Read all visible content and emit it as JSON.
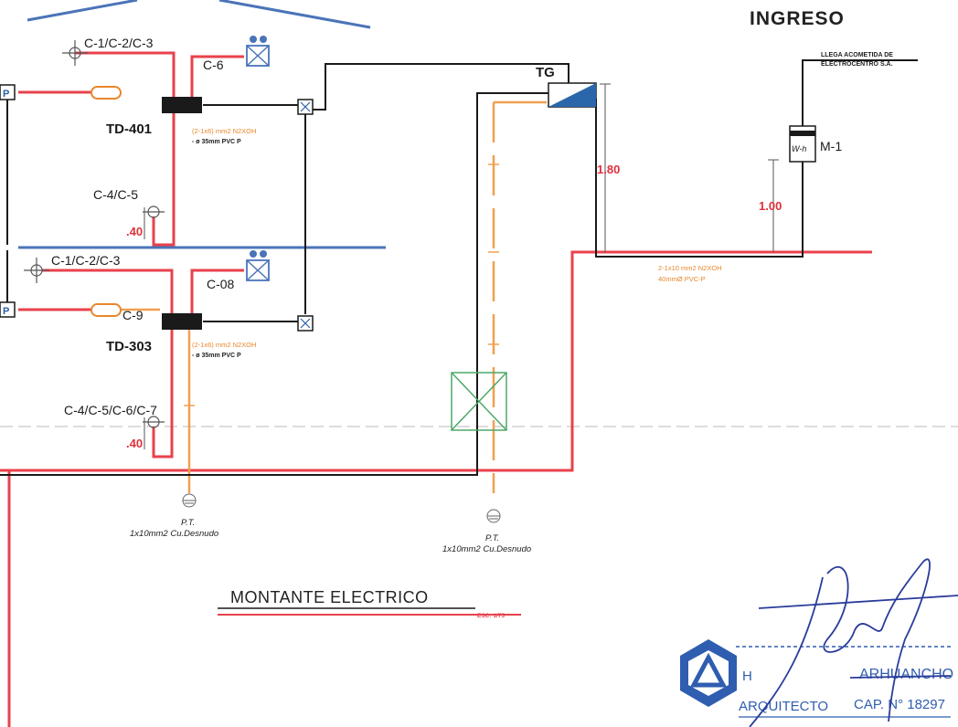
{
  "drawing": {
    "ingreso_label": "INGRESO",
    "utility_note_line1": "LLEGA ACOMETIDA DE",
    "utility_note_line2": "ELECTROCENTRO S.A.",
    "meter_symbol": "W-h",
    "meter_label": "M-1",
    "tg_label": "TG",
    "height_tg": "1.80",
    "height_meter": "1.00",
    "feeder_cable": "2-1x10 mm2 N2XOH",
    "feeder_conduit": "40mmØ PVC-P",
    "upper_board": {
      "label": "TD-401",
      "cable": "(2-1x6)  mm2 N2XOH",
      "conduit": "- ø  35mm  PVC P",
      "circuit_top": "C-1/C-2/C-3",
      "circuit_outlet": "C-6",
      "circuit_side": "C-4/C-5",
      "height": ".40"
    },
    "lower_board": {
      "label": "TD-303",
      "cable": "(2-1x6)  mm2 N2XOH",
      "conduit": "- ø  35mm  PVC P",
      "circuit_top": "C-1/C-2/C-3",
      "circuit_outlet": "C-08",
      "circuit_light": "C-9",
      "circuit_side": "C-4/C-5/C-6/C-7",
      "height": ".40"
    },
    "ground_left": {
      "title": "P.T.",
      "spec": "1x10mm2 Cu.Desnudo"
    },
    "ground_right": {
      "title": "P.T.",
      "spec": "1x10mm2 Cu.Desnudo"
    },
    "sheet_title": "MONTANTE ELECTRICO",
    "scale": "ESC: 1/75"
  },
  "stamp": {
    "name_left": "H",
    "name_right": "ARHUANCHO",
    "profession": "ARQUITECTO",
    "registration": "CAP. N° 18297"
  },
  "colors": {
    "red": "#e8424c",
    "black": "#1a1a1a",
    "blue": "#4a74b8",
    "orange": "#f0a050",
    "green": "#4ca869"
  }
}
